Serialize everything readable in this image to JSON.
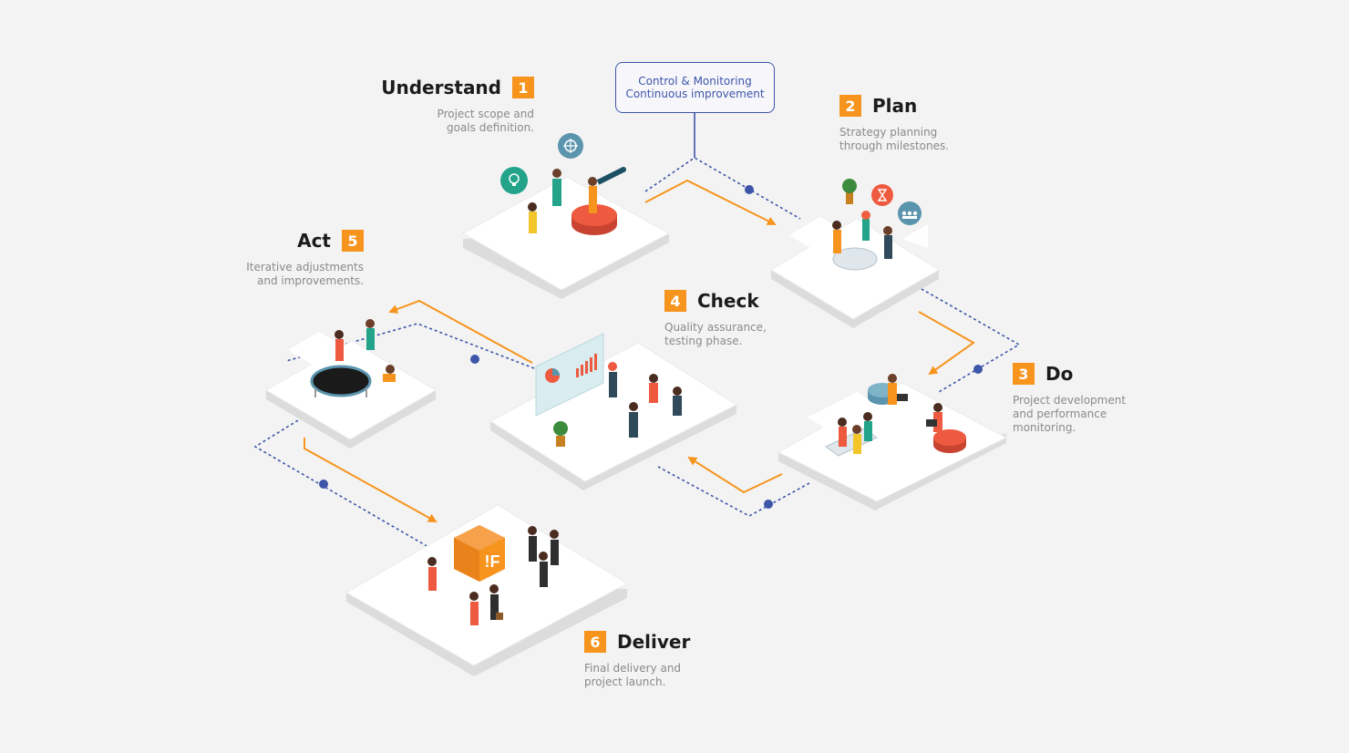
{
  "control_box": {
    "line1": "Control & Monitoring",
    "line2": "Continuous improvement"
  },
  "steps": [
    {
      "number": "1",
      "title": "Understand",
      "description": "Project scope and\ngoals definition."
    },
    {
      "number": "2",
      "title": "Plan",
      "description": "Strategy planning\nthrough milestones."
    },
    {
      "number": "3",
      "title": "Do",
      "description": "Project development\nand performance\nmonitoring."
    },
    {
      "number": "4",
      "title": "Check",
      "description": "Quality assurance,\ntesting phase."
    },
    {
      "number": "5",
      "title": "Act",
      "description": "Iterative adjustments\nand improvements."
    },
    {
      "number": "6",
      "title": "Deliver",
      "description": "Final delivery and\nproject launch."
    }
  ],
  "delivery_box_mark": "!F",
  "colors": {
    "accent": "#f7941d",
    "connector": "#3d55a8",
    "platform": "#ffffff",
    "background": "#f3f3f3",
    "disc": "#ee5a3f"
  }
}
